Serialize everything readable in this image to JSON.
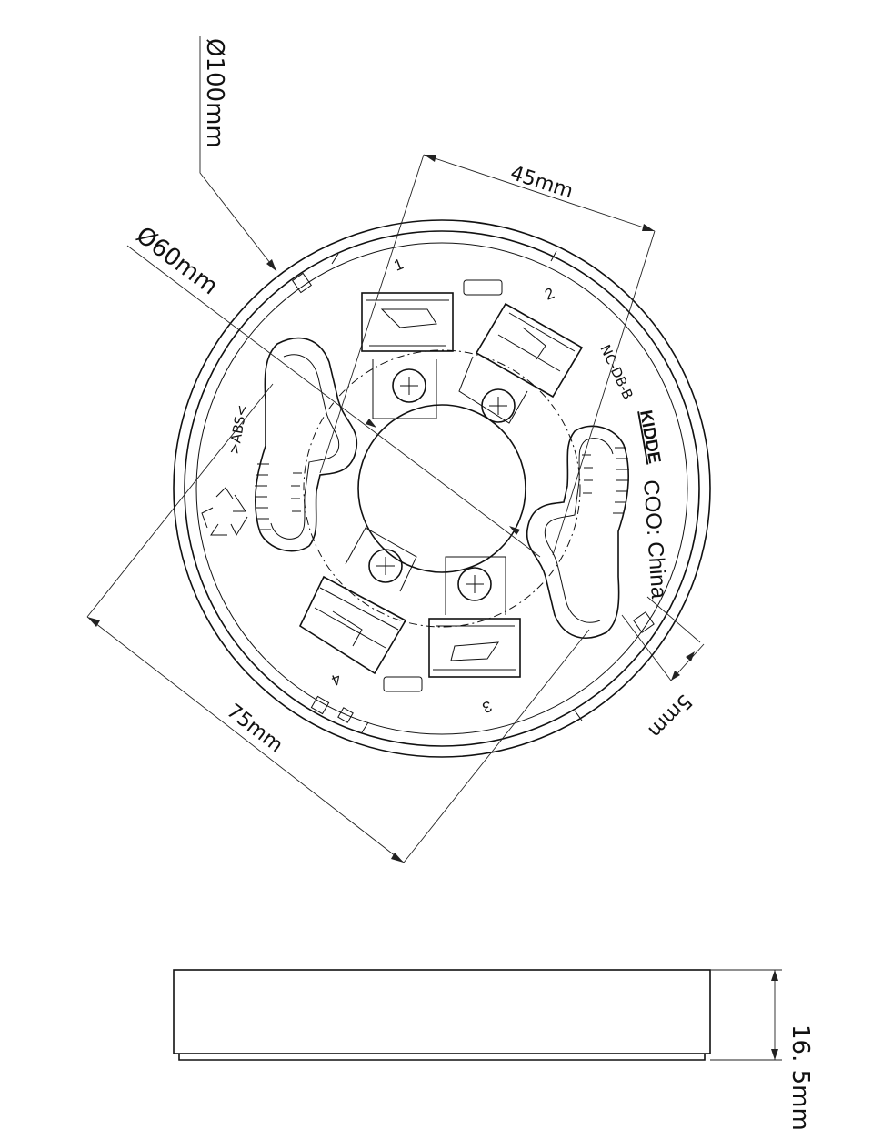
{
  "dimensions": {
    "outer_diameter": "Ø100mm",
    "hole_diameter": "Ø60mm",
    "terminal_spacing": "45mm",
    "mount_spacing": "75mm",
    "edge_offset": "5mm",
    "height": "16. 5mm"
  },
  "markings": {
    "model": "NC-DB-B",
    "brand": "KIDDE",
    "origin": "COO: China",
    "material": ">ABS<"
  },
  "terminals": [
    "1",
    "2",
    "3",
    "4"
  ]
}
